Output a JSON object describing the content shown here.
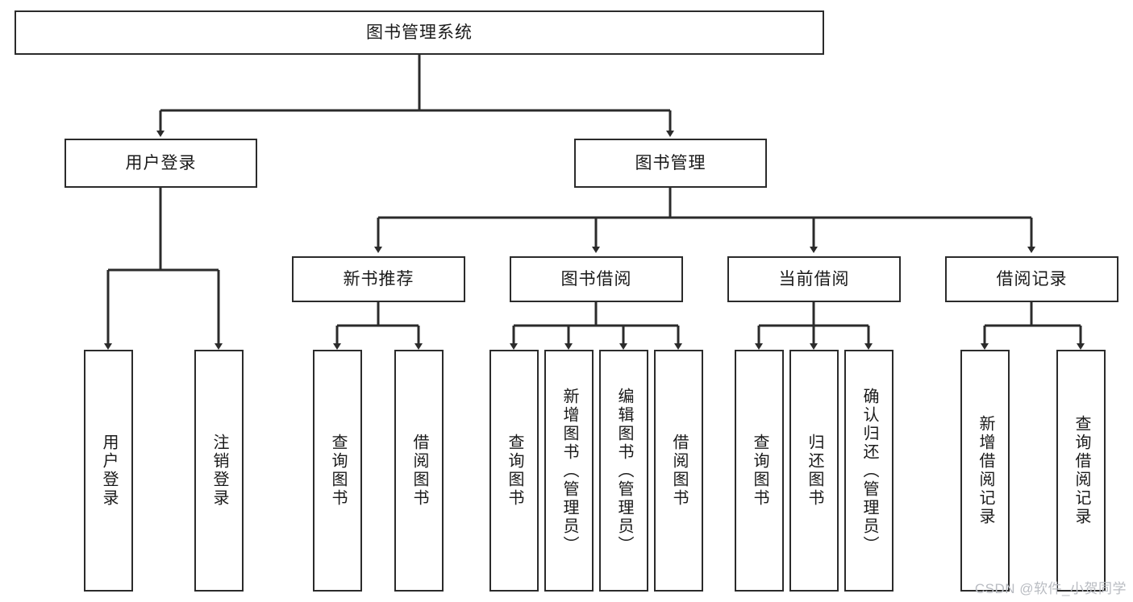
{
  "diagram": {
    "title": "图书管理系统",
    "type": "tree-hierarchy",
    "root": {
      "label": "图书管理系统"
    },
    "level2": [
      {
        "label": "用户登录"
      },
      {
        "label": "图书管理"
      }
    ],
    "level3": [
      {
        "label": "新书推荐"
      },
      {
        "label": "图书借阅"
      },
      {
        "label": "当前借阅"
      },
      {
        "label": "借阅记录"
      }
    ],
    "leaves": {
      "user_login": [
        {
          "label": "用户登录"
        },
        {
          "label": "注销登录"
        }
      ],
      "new_book_recommend": [
        {
          "label": "查询图书"
        },
        {
          "label": "借阅图书"
        }
      ],
      "book_borrow": [
        {
          "label": "查询图书"
        },
        {
          "label": "新增图书（管理员）"
        },
        {
          "label": "编辑图书（管理员）"
        },
        {
          "label": "借阅图书"
        }
      ],
      "current_borrow": [
        {
          "label": "查询图书"
        },
        {
          "label": "归还图书"
        },
        {
          "label": "确认归还（管理员）"
        }
      ],
      "borrow_record": [
        {
          "label": "新增借阅记录"
        },
        {
          "label": "查询借阅记录"
        }
      ]
    }
  },
  "watermark": {
    "text": "CSDN @软件_小贺同学"
  },
  "colors": {
    "stroke": "#2b2b2b",
    "background": "#ffffff",
    "text": "#1a1a1a",
    "watermark": "#b9bcc2"
  }
}
